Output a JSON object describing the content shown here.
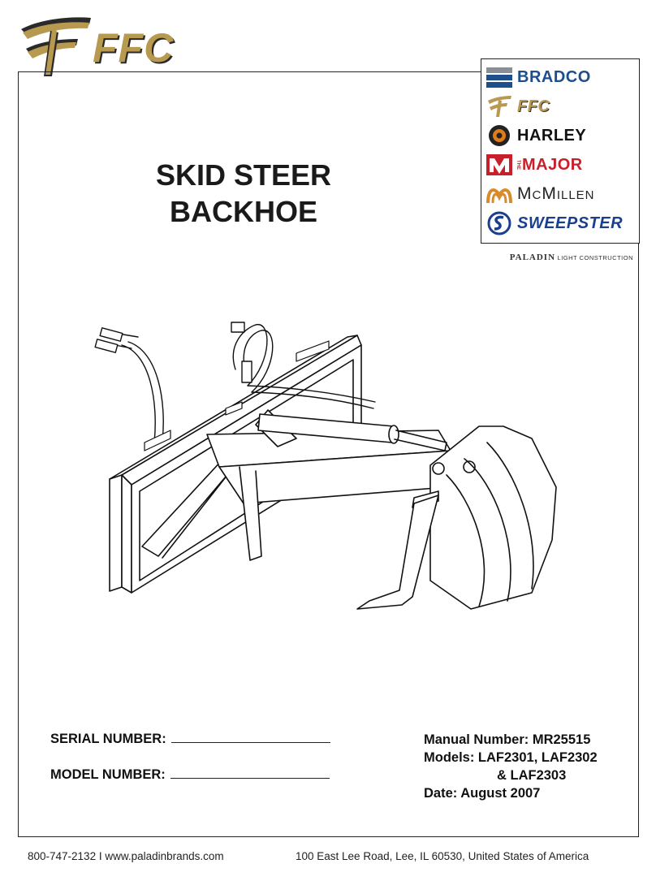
{
  "header": {
    "logo_text": "FFC"
  },
  "brands": {
    "items": [
      {
        "label": "BRADCO",
        "color": "#1f4e8c",
        "icon": "bradco-stripes-icon"
      },
      {
        "label": "FFC",
        "color": "#b79a4f",
        "icon": "ffc-swoosh-icon"
      },
      {
        "label": "HARLEY",
        "color": "#111111",
        "icon": "harley-gear-icon"
      },
      {
        "label": "MAJOR",
        "color": "#c8202b",
        "icon": "major-m-icon",
        "prefix": "THE"
      },
      {
        "label": "McMillen",
        "color": "#222222",
        "icon": "mcmillen-m-icon"
      },
      {
        "label": "SWEEPSTER",
        "color": "#1b3f8f",
        "icon": "sweepster-s-icon"
      }
    ],
    "paladin_name": "PALADIN",
    "paladin_sub": "LIGHT CONSTRUCTION"
  },
  "title": {
    "line1": "SKID STEER",
    "line2": "BACKHOE"
  },
  "fields": {
    "serial_label": "SERIAL NUMBER:",
    "model_label": "MODEL NUMBER:"
  },
  "info": {
    "manual": "Manual Number:  MR25515",
    "models_line1": "Models:  LAF2301, LAF2302",
    "models_line2": "& LAF2303",
    "date": "Date:  August 2007"
  },
  "footer": {
    "contact": "800-747-2132  I  www.paladinbrands.com",
    "address": "100 East Lee Road, Lee, IL  60530, United States of America"
  }
}
